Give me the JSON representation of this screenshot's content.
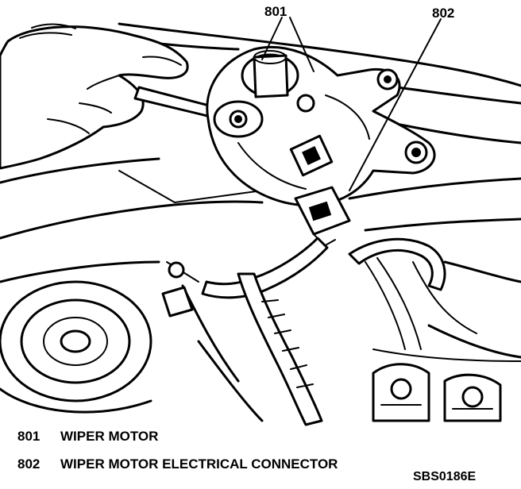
{
  "callouts": [
    {
      "id": "801",
      "label": "801"
    },
    {
      "id": "802",
      "label": "802"
    }
  ],
  "legend": [
    {
      "number": "801",
      "text": "WIPER MOTOR"
    },
    {
      "number": "802",
      "text": "WIPER MOTOR ELECTRICAL CONNECTOR"
    }
  ],
  "figure_code": "SBS0186E"
}
